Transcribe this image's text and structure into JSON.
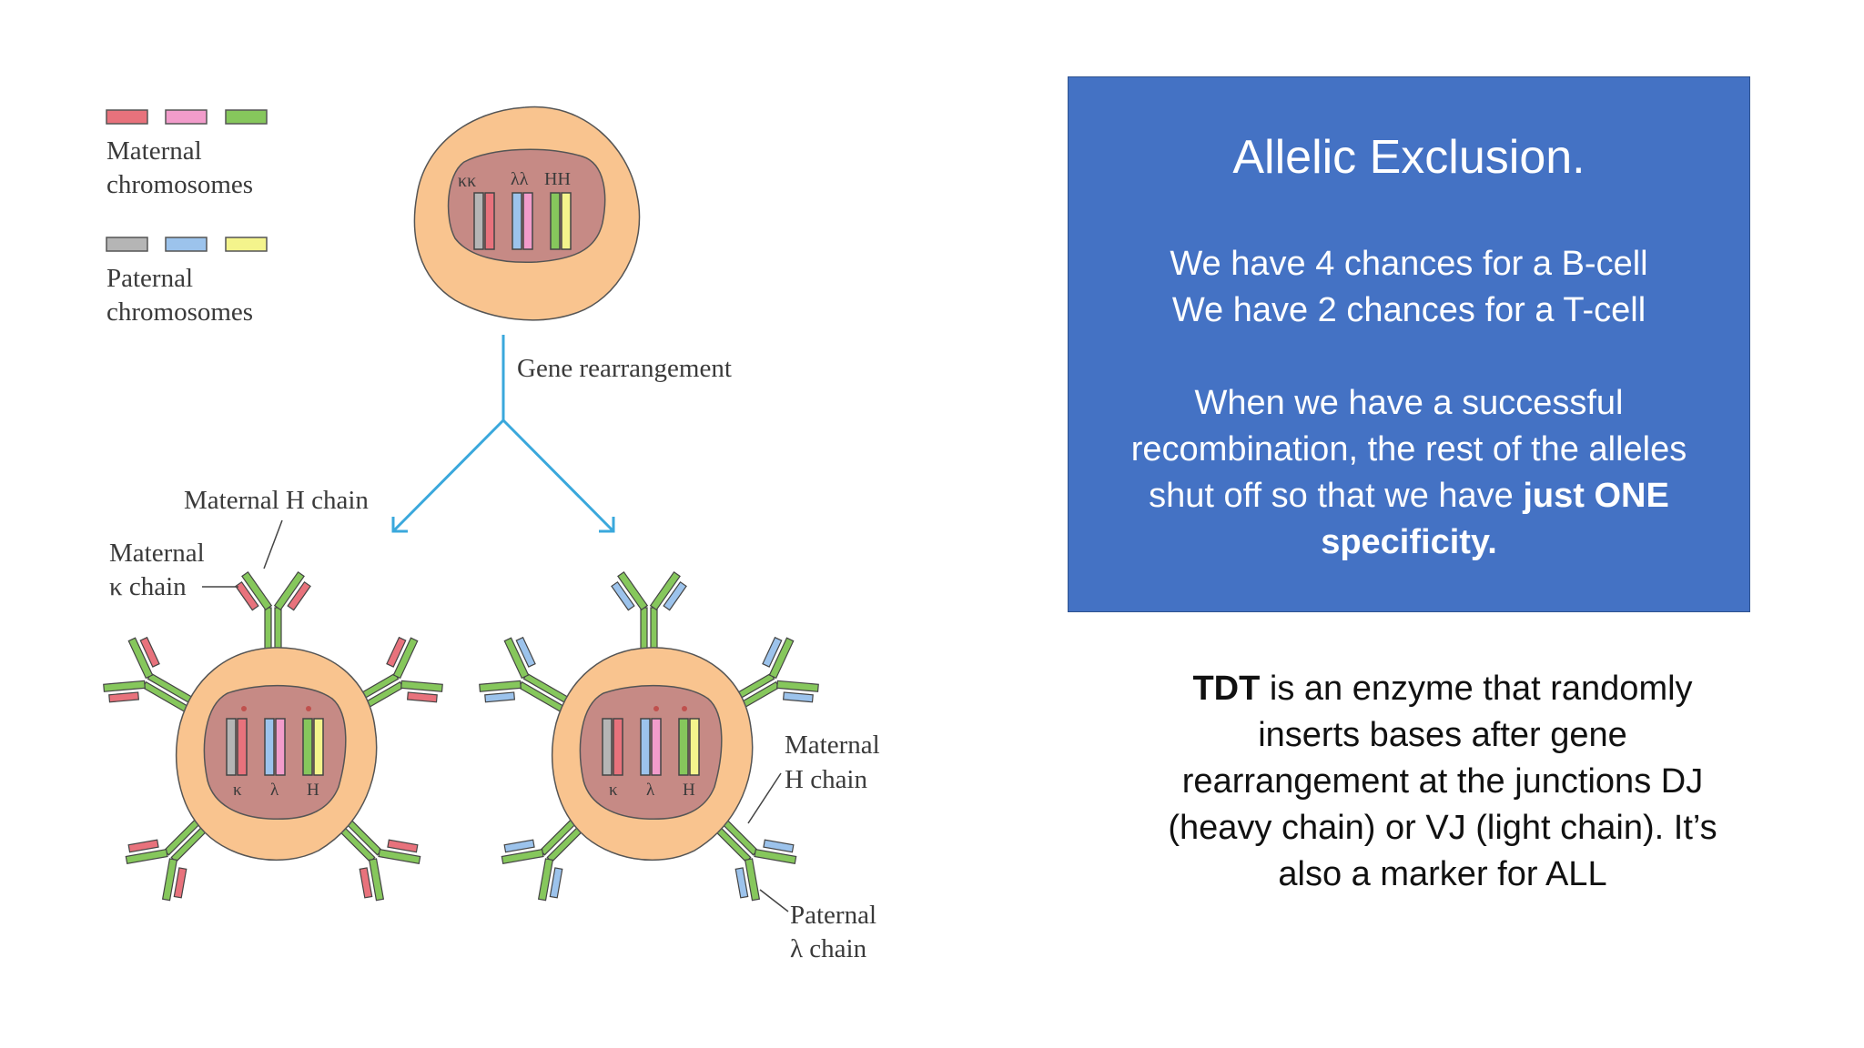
{
  "diagram": {
    "legend": {
      "maternal_label_line1": "Maternal",
      "maternal_label_line2": "chromosomes",
      "paternal_label_line1": "Paternal",
      "paternal_label_line2": "chromosomes",
      "maternal_colors": [
        "#e8727c",
        "#f29ccb",
        "#86c75c"
      ],
      "paternal_colors": [
        "#b5b5b5",
        "#9cc3ec",
        "#f4f48c"
      ]
    },
    "top_cell_labels": [
      "κκ",
      "λλ",
      "HH"
    ],
    "arrow_label": "Gene rearrangement",
    "left_cell": {
      "label_h_chain": "Maternal H chain",
      "label_k_chain_line1": "Maternal",
      "label_k_chain_line2": "κ chain",
      "chromosome_labels": [
        "κ",
        "λ",
        "H"
      ]
    },
    "right_cell": {
      "label_h_chain_line1": "Maternal",
      "label_h_chain_line2": "H chain",
      "label_lambda_line1": "Paternal",
      "label_lambda_line2": "λ chain",
      "chromosome_labels": [
        "κ",
        "λ",
        "H"
      ]
    },
    "colors": {
      "cell": "#f9c48f",
      "nucleus": "#c68a85",
      "arrow": "#3aa8dc",
      "heavy_chain": "#86c75c",
      "maternal_light": "#e8727c",
      "paternal_light": "#9cc3ec"
    }
  },
  "allelic_box": {
    "title": "Allelic Exclusion.",
    "line1": "We have 4 chances for a B-cell",
    "line2": "We have 2 chances for a T-cell",
    "para_normal": "When we have a successful recombination, the rest of the alleles shut off so that we have ",
    "para_bold": "just ONE specificity.",
    "background": "#4472c4"
  },
  "tdt_note": {
    "bold": "TDT",
    "text": " is an enzyme that randomly inserts bases after gene rearrangement at the junctions DJ (heavy chain) or VJ (light chain). It’s also a marker for ALL"
  }
}
